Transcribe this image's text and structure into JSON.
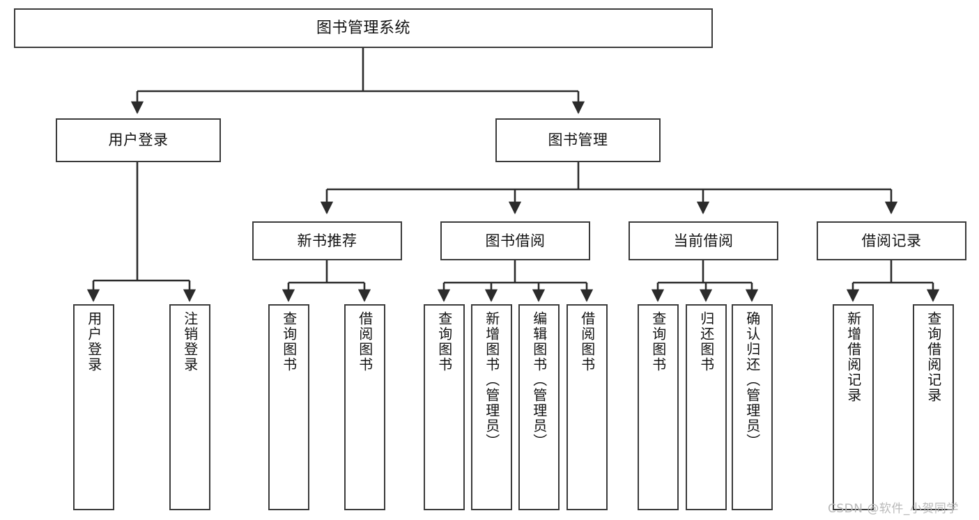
{
  "diagram": {
    "title": "图书管理系统",
    "type": "tree-hierarchy",
    "watermark": "CSDN @软件_小贺同学",
    "colors": {
      "border": "#3a3a3a",
      "fill": "#ffffff",
      "text": "#121212",
      "edge": "#2b2b2b",
      "watermark": "#b9b9b9"
    },
    "nodes": {
      "root": {
        "label": "图书管理系统"
      },
      "level2": [
        {
          "id": "user-login",
          "label": "用户登录"
        },
        {
          "id": "book-manage",
          "label": "图书管理"
        }
      ],
      "level3": [
        {
          "id": "new-book-recommend",
          "label": "新书推荐"
        },
        {
          "id": "book-borrow",
          "label": "图书借阅"
        },
        {
          "id": "current-borrow",
          "label": "当前借阅"
        },
        {
          "id": "borrow-record",
          "label": "借阅记录"
        }
      ],
      "leaves": {
        "user_login": [
          {
            "id": "leaf-user-login",
            "label": "用户登录"
          },
          {
            "id": "leaf-logout-login",
            "label": "注销登录"
          }
        ],
        "new_book_recommend": [
          {
            "id": "leaf-query-book-1",
            "label": "查询图书"
          },
          {
            "id": "leaf-borrow-book-1",
            "label": "借阅图书"
          }
        ],
        "book_borrow": [
          {
            "id": "leaf-query-book-2",
            "label": "查询图书"
          },
          {
            "id": "leaf-add-book",
            "label": "新增图书（管理员）"
          },
          {
            "id": "leaf-edit-book",
            "label": "编辑图书（管理员）"
          },
          {
            "id": "leaf-borrow-book-2",
            "label": "借阅图书"
          }
        ],
        "current_borrow": [
          {
            "id": "leaf-query-book-3",
            "label": "查询图书"
          },
          {
            "id": "leaf-return-book",
            "label": "归还图书"
          },
          {
            "id": "leaf-confirm-return",
            "label": "确认归还（管理员）"
          }
        ],
        "borrow_record": [
          {
            "id": "leaf-add-record",
            "label": "新增借阅记录"
          },
          {
            "id": "leaf-query-record",
            "label": "查询借阅记录"
          }
        ]
      }
    }
  }
}
